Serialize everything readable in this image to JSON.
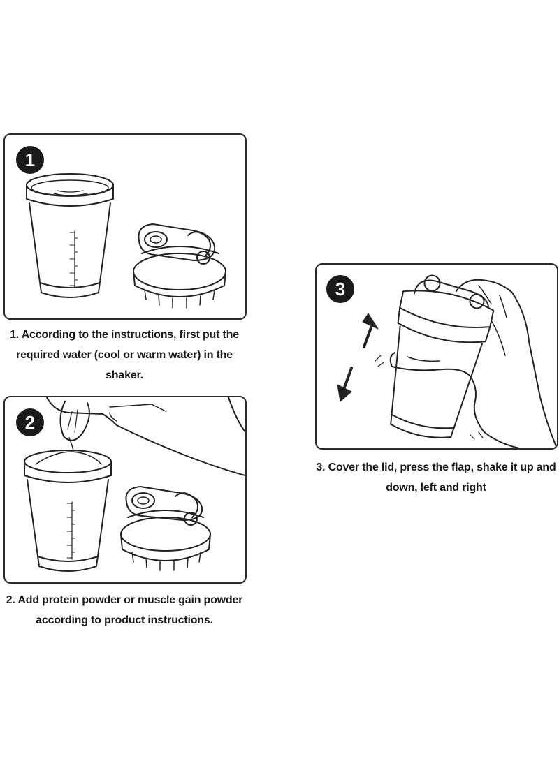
{
  "steps": [
    {
      "number": "1",
      "caption": "1. According to the instructions, first put the required water (cool or warm water) in the shaker."
    },
    {
      "number": "2",
      "caption": "2. Add protein powder or muscle gain powder according to product instructions."
    },
    {
      "number": "3",
      "caption": "3. Cover the lid, press the flap, shake it up and down, left and right"
    }
  ],
  "colors": {
    "line": "#222222",
    "badge": "#1a1a1a",
    "badge_text": "#ffffff",
    "background": "#ffffff"
  }
}
